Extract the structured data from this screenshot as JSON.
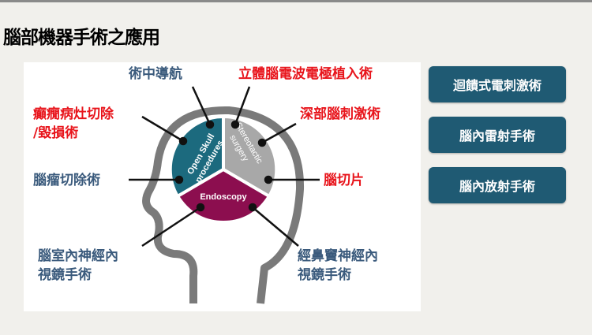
{
  "title": "腦部機器手術之應用",
  "diagram": {
    "segments": [
      {
        "label_line1": "Open Skull",
        "label_line2": "procedures",
        "color": "#1c6a7e"
      },
      {
        "label_line1": "Stereotactic",
        "label_line2": "surgery",
        "color": "#a8a8a8"
      },
      {
        "label_line1": "Endoscopy",
        "color": "#8c0e4f"
      }
    ],
    "labels": {
      "intraop_nav": "術中導航",
      "seeg": "立體腦電波電極植入術",
      "epilepsy_line1": "癲癇病灶切除",
      "epilepsy_line2": "/毀損術",
      "dbs": "深部腦刺激術",
      "tumor": "腦瘤切除術",
      "biopsy": "腦切片",
      "ventricular_line1": "腦室內神經內",
      "ventricular_line2": "視鏡手術",
      "transnasal_line1": "經鼻竇神經內",
      "transnasal_line2": "視鏡手術"
    }
  },
  "buttons": [
    "迴饋式電刺激術",
    "腦內雷射手術",
    "腦內放射手術"
  ],
  "colors": {
    "blue_text": "#3a5a7c",
    "red_text": "#e8141b",
    "button": "#1f5a73"
  }
}
